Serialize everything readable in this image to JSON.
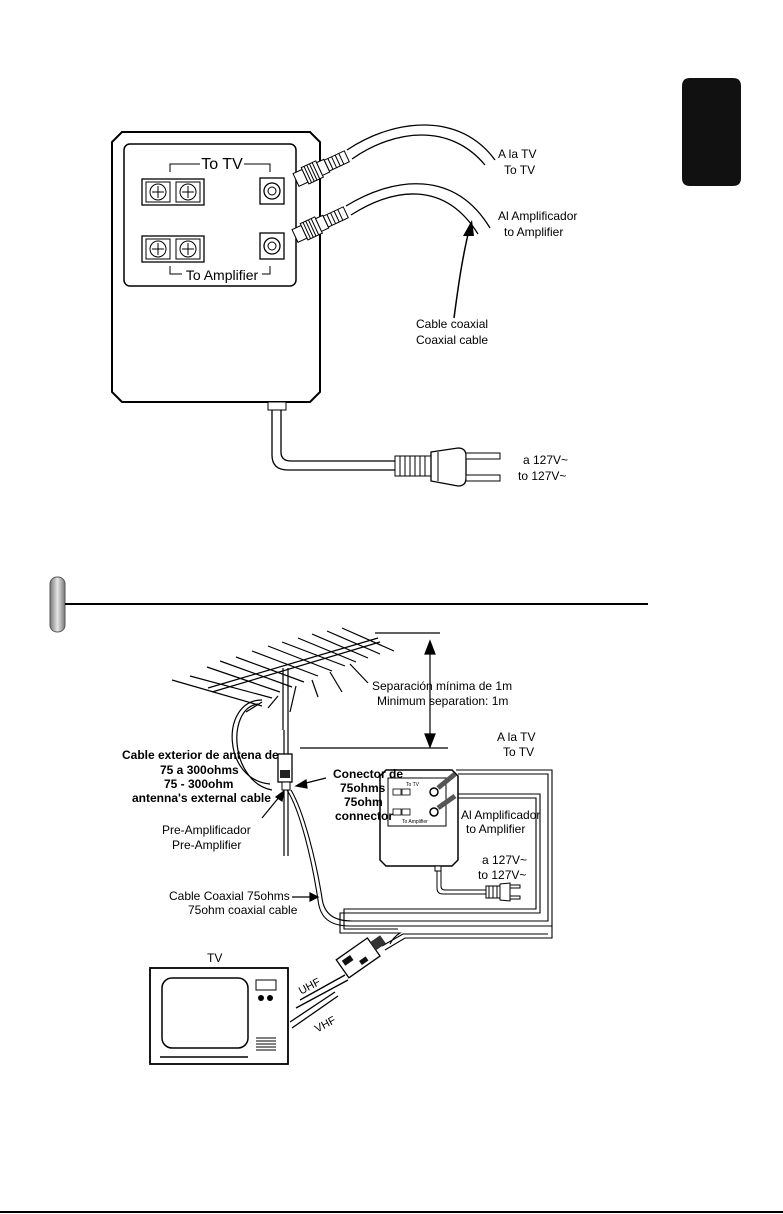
{
  "side_tab": {
    "color": "#111111"
  },
  "top_diagram": {
    "box_labels": {
      "to_tv": "To TV",
      "to_amplifier": "To Amplifier"
    },
    "cable_tv": {
      "es": "A la TV",
      "en": "To TV"
    },
    "cable_amp": {
      "es": "Al Amplificador",
      "en": "to Amplifier"
    },
    "coax": {
      "es": "Cable coaxial",
      "en": "Coaxial cable"
    },
    "plug": {
      "es": "a 127V~",
      "en": "to 127V~"
    }
  },
  "bottom_diagram": {
    "separation": {
      "es": "Separación mínima de 1m",
      "en": "Minimum separation: 1m"
    },
    "ext_cable": {
      "line1": "Cable exterior de antena de",
      "line2": "75 a 300ohms",
      "line3": "75 - 300ohm",
      "line4": "antenna's external cable"
    },
    "connector": {
      "line1": "Conector de",
      "line2": "75ohms",
      "line3": "75ohm",
      "line4": "connector"
    },
    "preamp": {
      "es": "Pre-Amplificador",
      "en": "Pre-Amplifier"
    },
    "coax75": {
      "es": "Cable Coaxial 75ohms",
      "en": "75ohm coaxial cable"
    },
    "to_tv": {
      "es": "A la TV",
      "en": "To TV"
    },
    "to_amp": {
      "es": "Al Amplificador",
      "en": "to Amplifier"
    },
    "plug": {
      "es": "a 127V~",
      "en": "to 127V~"
    },
    "tv_label": "TV",
    "uhf": "UHF",
    "vhf": "VHF",
    "mini_to_tv": "To TV",
    "mini_to_amp": "To Amplifier"
  }
}
